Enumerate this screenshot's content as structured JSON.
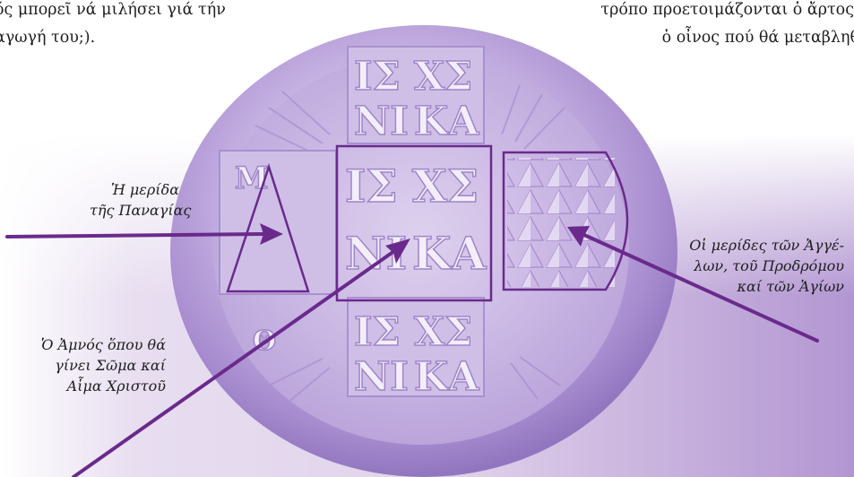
{
  "top_left": {
    "line1": "ός μπορεῖ νά μιλήσει γιά τήν",
    "line2": "αγωγή του;)."
  },
  "top_right": {
    "line1": "τρόπο προετοιμάζονται ὁ ἄρτος",
    "line2": "ὁ οἶνος πού θά μεταβληθ"
  },
  "captions": {
    "panagia": {
      "line1": "Ἡ μερίδα",
      "line2": "τῆς Παναγίας"
    },
    "amnos": {
      "line1": "Ὁ Ἀμνός ὅπου θά",
      "line2": "γίνει Σῶμα καί",
      "line3": "Αἷμα Χριστοῦ"
    },
    "angels": {
      "line1": "Οἱ μερίδες τῶν Ἀγγέ-",
      "line2": "λων, τοῦ Προδρόμου",
      "line3": "καί τῶν Ἁγίων"
    }
  },
  "seal": {
    "top_row": [
      "ΙΣ",
      "ΧΣ"
    ],
    "bottom_row": [
      "ΝΙ",
      "ΚΑ"
    ],
    "left_letters": [
      "Μ",
      "Θ"
    ]
  },
  "colors": {
    "arrow": "#6a2a8c",
    "outline": "#6a2a8c",
    "prosphoro": "#b49bd6"
  }
}
